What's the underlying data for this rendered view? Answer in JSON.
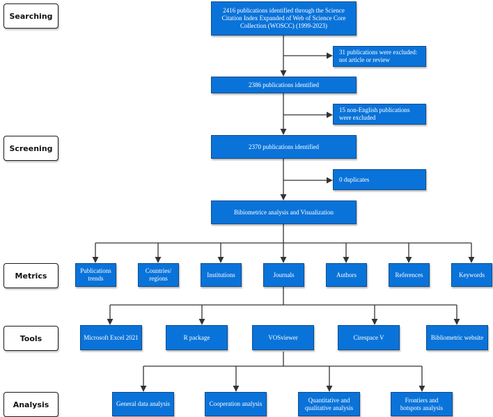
{
  "stages": {
    "searching": "Searching",
    "screening": "Screening",
    "metrics": "Metrics",
    "tools": "Tools",
    "analysis": "Analysis"
  },
  "flow": {
    "identified_initial": "2416 publications identified through the Science Citation Index Expanded of  Web of Science Core Collection (WOSCC) (1999-2023)",
    "excluded_type": "31 publications were excluded: not article or review",
    "identified_2386": "2386 publications identified",
    "excluded_language": "15 non-English publications were excluded",
    "identified_2370": "2370 publications identified",
    "duplicates": "0 duplicates",
    "analysis_step": "Bibiometrice analysis and Visualization"
  },
  "metrics": [
    "Publications trends",
    "Countries/ regions",
    "Institutions",
    "Journals",
    "Authors",
    "References",
    "Keywords"
  ],
  "tools": [
    "Microsoft Excel 2021",
    "R package",
    "VOSviewer",
    "Cirespace V",
    "Bibliometric website"
  ],
  "analyses": [
    "General data analysis",
    "Cooperation analysis",
    "Quantitative and qualitative analysis",
    "Frontiers and hotspots analysis"
  ],
  "colors": {
    "node_fill": "#0a73d9",
    "node_border": "#0b4d8f",
    "connector": "#333333"
  }
}
